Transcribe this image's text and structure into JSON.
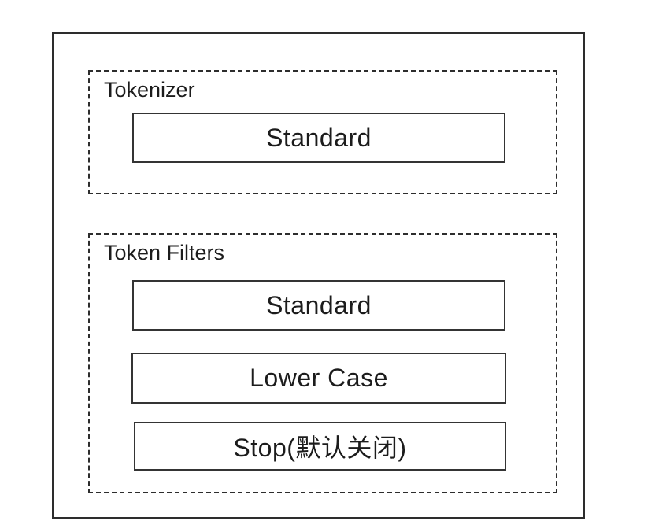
{
  "colors": {
    "background": "#ffffff",
    "border": "#2d2d2d",
    "text": "#1c1c1c"
  },
  "diagram": {
    "tokenizer": {
      "label": "Tokenizer",
      "items": [
        {
          "label": "Standard"
        }
      ]
    },
    "token_filters": {
      "label": "Token Filters",
      "items": [
        {
          "label": "Standard"
        },
        {
          "label": "Lower Case"
        },
        {
          "label": "Stop(默认关闭)"
        }
      ]
    }
  }
}
